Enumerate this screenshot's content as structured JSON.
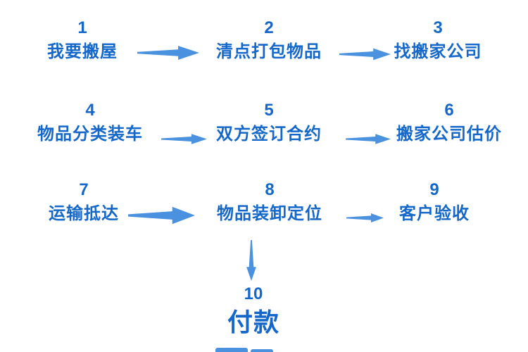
{
  "colors": {
    "step_text": "#1568C9",
    "arrow": "#4A92DF"
  },
  "flow": {
    "steps": [
      {
        "number": "1",
        "label": "我要搬屋"
      },
      {
        "number": "2",
        "label": "清点打包物品"
      },
      {
        "number": "3",
        "label": "找搬家公司"
      },
      {
        "number": "4",
        "label": "物品分类装车"
      },
      {
        "number": "5",
        "label": "双方签订合约"
      },
      {
        "number": "6",
        "label": "搬家公司估价"
      },
      {
        "number": "7",
        "label": "运输抵达"
      },
      {
        "number": "8",
        "label": "物品装卸定位"
      },
      {
        "number": "9",
        "label": "客户验收"
      },
      {
        "number": "10",
        "label": "付款"
      }
    ],
    "connections": [
      {
        "from": "1",
        "to": "2",
        "icon": "arrow-right-icon"
      },
      {
        "from": "2",
        "to": "3",
        "icon": "arrow-right-icon"
      },
      {
        "from": "4",
        "to": "5",
        "icon": "arrow-right-icon"
      },
      {
        "from": "5",
        "to": "6",
        "icon": "arrow-right-icon"
      },
      {
        "from": "7",
        "to": "8",
        "icon": "arrow-right-icon"
      },
      {
        "from": "8",
        "to": "9",
        "icon": "arrow-right-icon"
      },
      {
        "from": "8",
        "to": "10",
        "icon": "arrow-down-icon"
      }
    ]
  }
}
